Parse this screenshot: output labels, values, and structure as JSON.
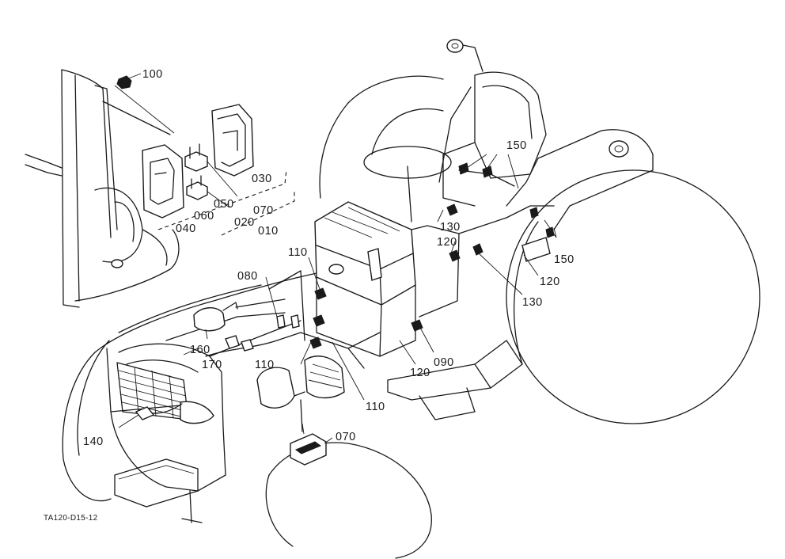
{
  "callouts": {
    "c100": "100",
    "c030": "030",
    "c050": "050",
    "c060": "060",
    "c040": "040",
    "c070a": "070",
    "c020": "020",
    "c010": "010",
    "c150a": "150",
    "c150b": "150",
    "c130a": "130",
    "c130b": "130",
    "c120a": "120",
    "c120b": "120",
    "c120c": "120",
    "c110a": "110",
    "c110b": "110",
    "c110c": "110",
    "c080": "080",
    "c160": "160",
    "c170": "170",
    "c090": "090",
    "c140": "140",
    "c070b": "070"
  },
  "drawing_code": "TA120-D15-12"
}
